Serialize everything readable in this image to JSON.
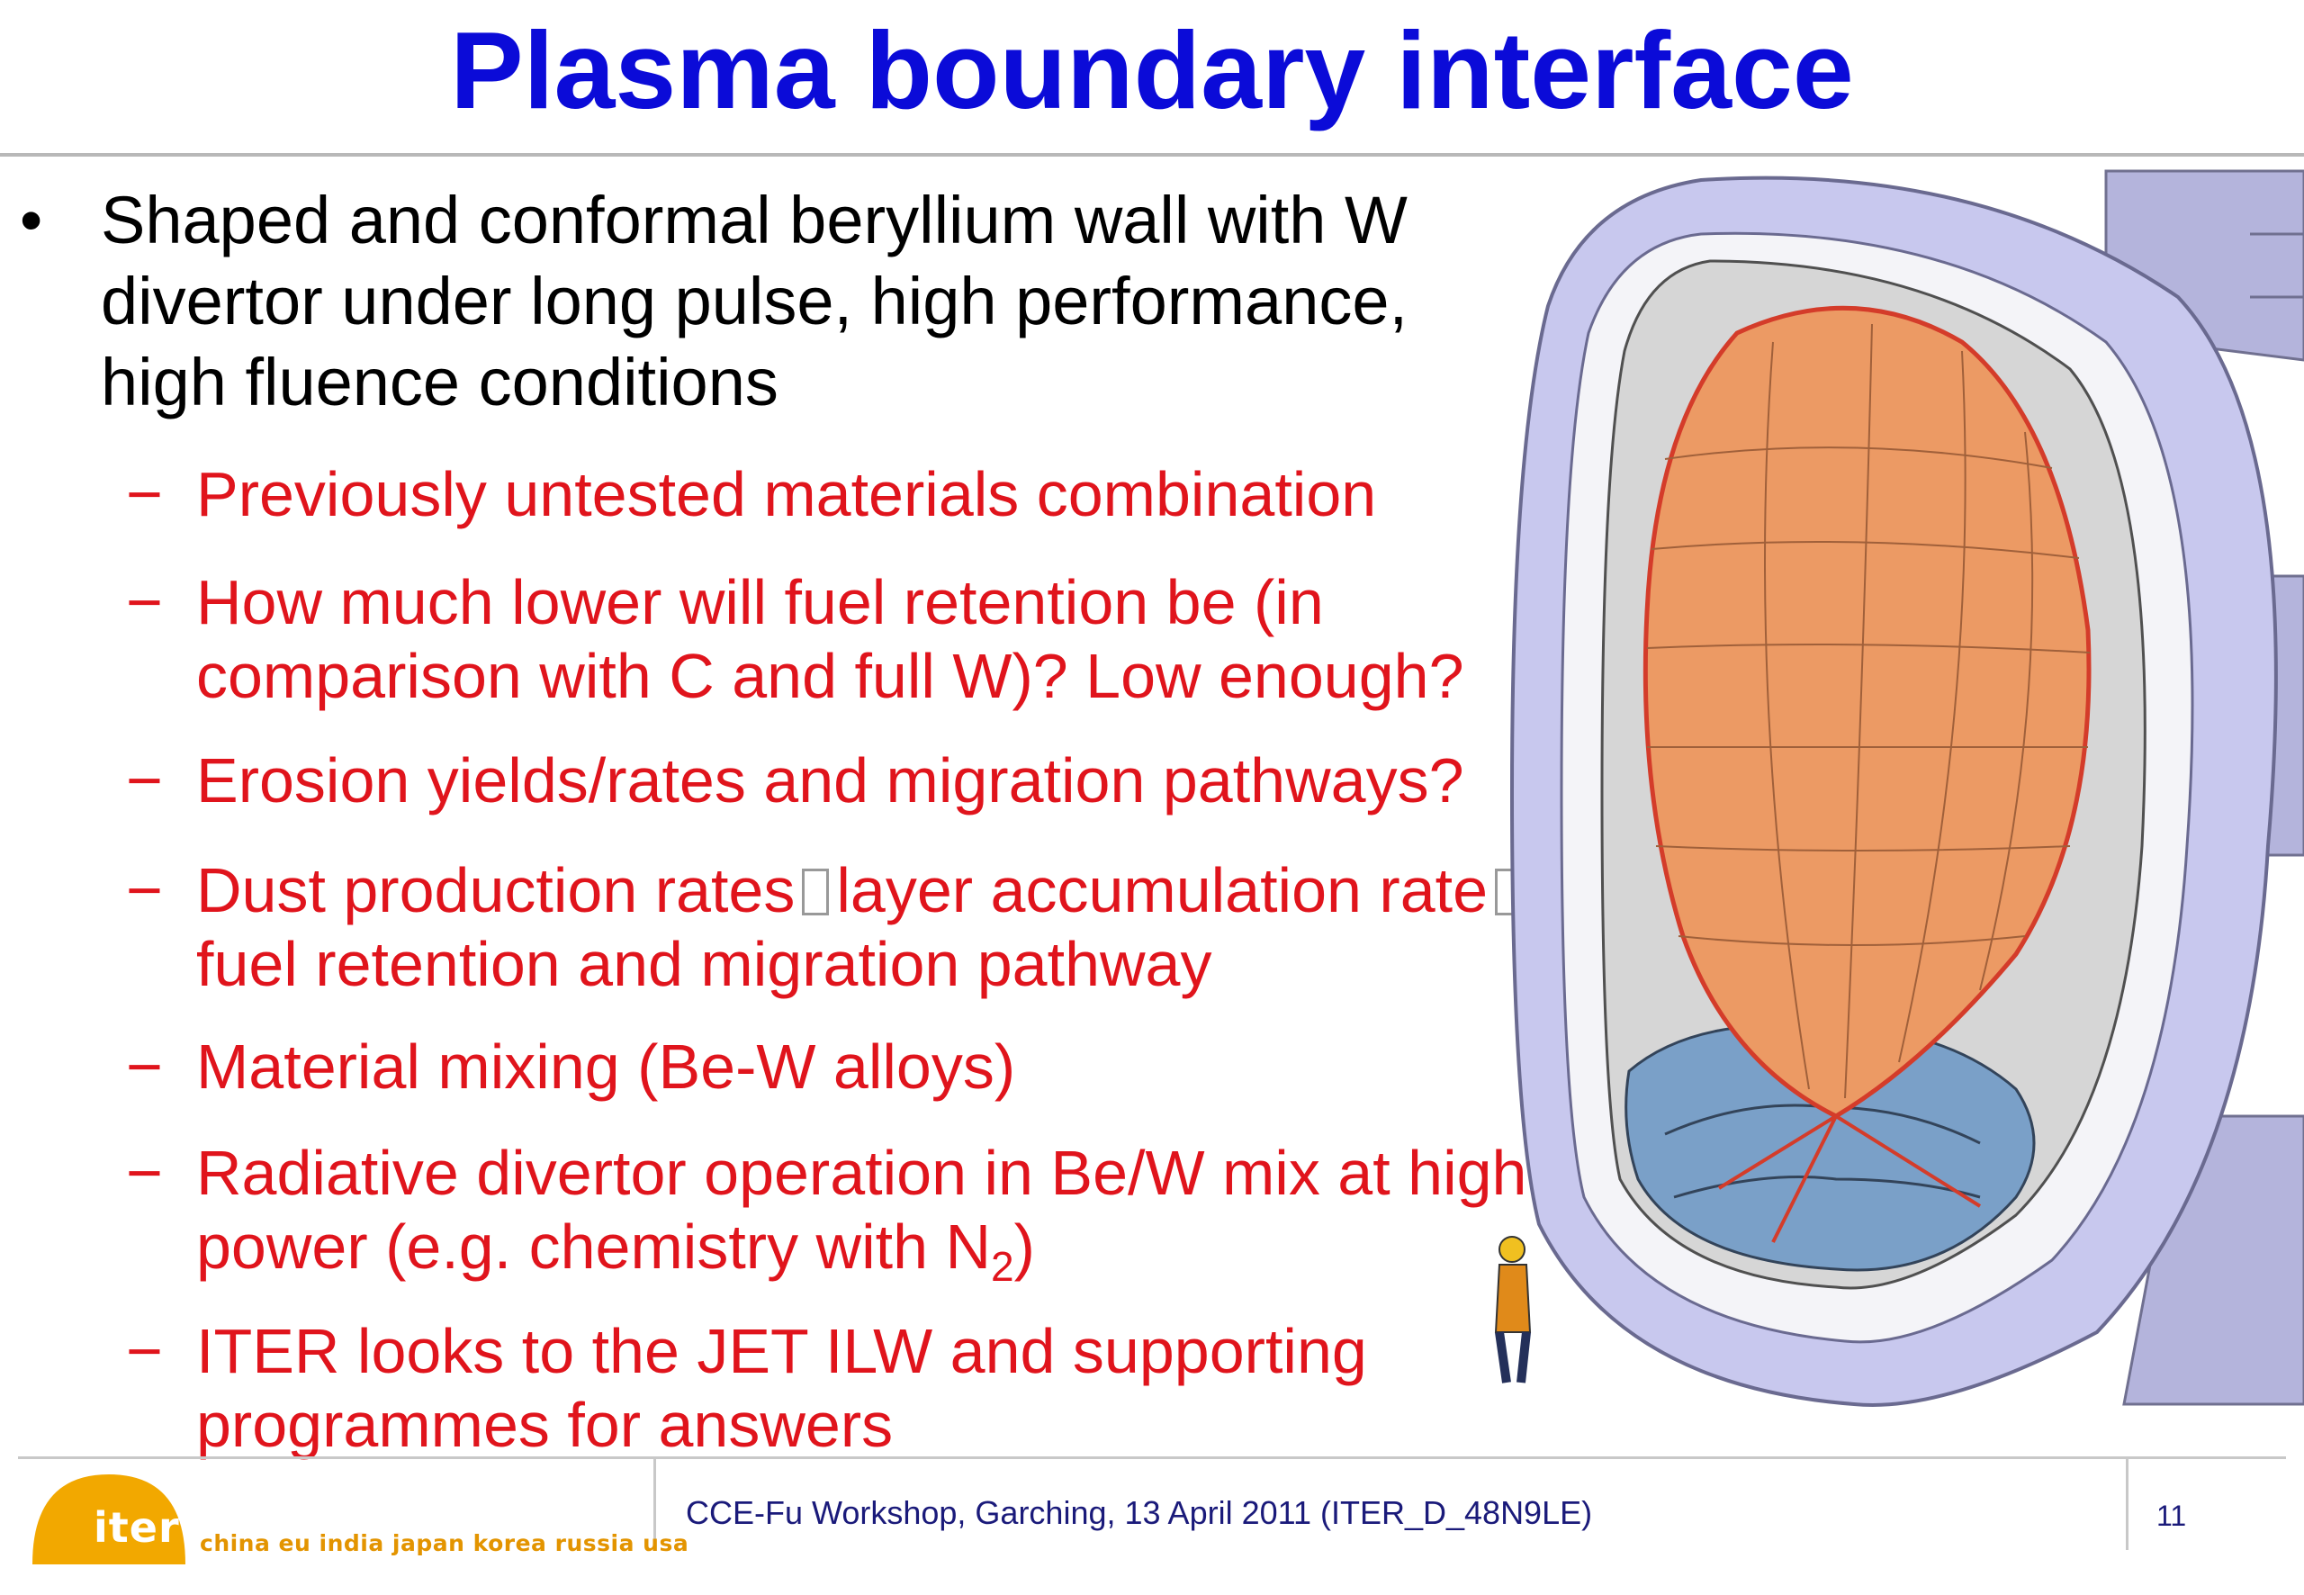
{
  "slide": {
    "title": "Plasma boundary interface",
    "main_bullet": "Shaped and conformal beryllium wall with W divertor under long pulse, high performance, high fluence conditions",
    "bullet_marker": "•",
    "dash_marker": "−",
    "sub_bullets": {
      "s1": "Previously untested materials combination",
      "s2": "How much lower will fuel retention be (in comparison with C and full W)? Low enough?",
      "s3": "Erosion yields/rates and migration pathways?",
      "s4_a": "Dust production rates",
      "s4_b": "layer accumulation rate",
      "s4_c": "fuel retention and migration pathway",
      "s5": "Material mixing (Be-W alloys)",
      "s6_a": "Radiative divertor operation in Be/W mix at high power (e.g. chemistry with N",
      "s6_sub": "2",
      "s6_b": ")",
      "s7": "ITER looks to the JET ILW and supporting programmes for answers"
    }
  },
  "footer": {
    "logo_word": "iter",
    "logo_countries": "china eu india japan korea russia usa",
    "citation": "CCE-Fu Workshop, Garching, 13 April 2011 (ITER_D_48N9LE)",
    "page_number": "11"
  },
  "colors": {
    "title": "#0b0bd8",
    "sub_bullet_text": "#e0141c",
    "footer_text": "#1a1a7a",
    "logo": "#f2a800"
  }
}
